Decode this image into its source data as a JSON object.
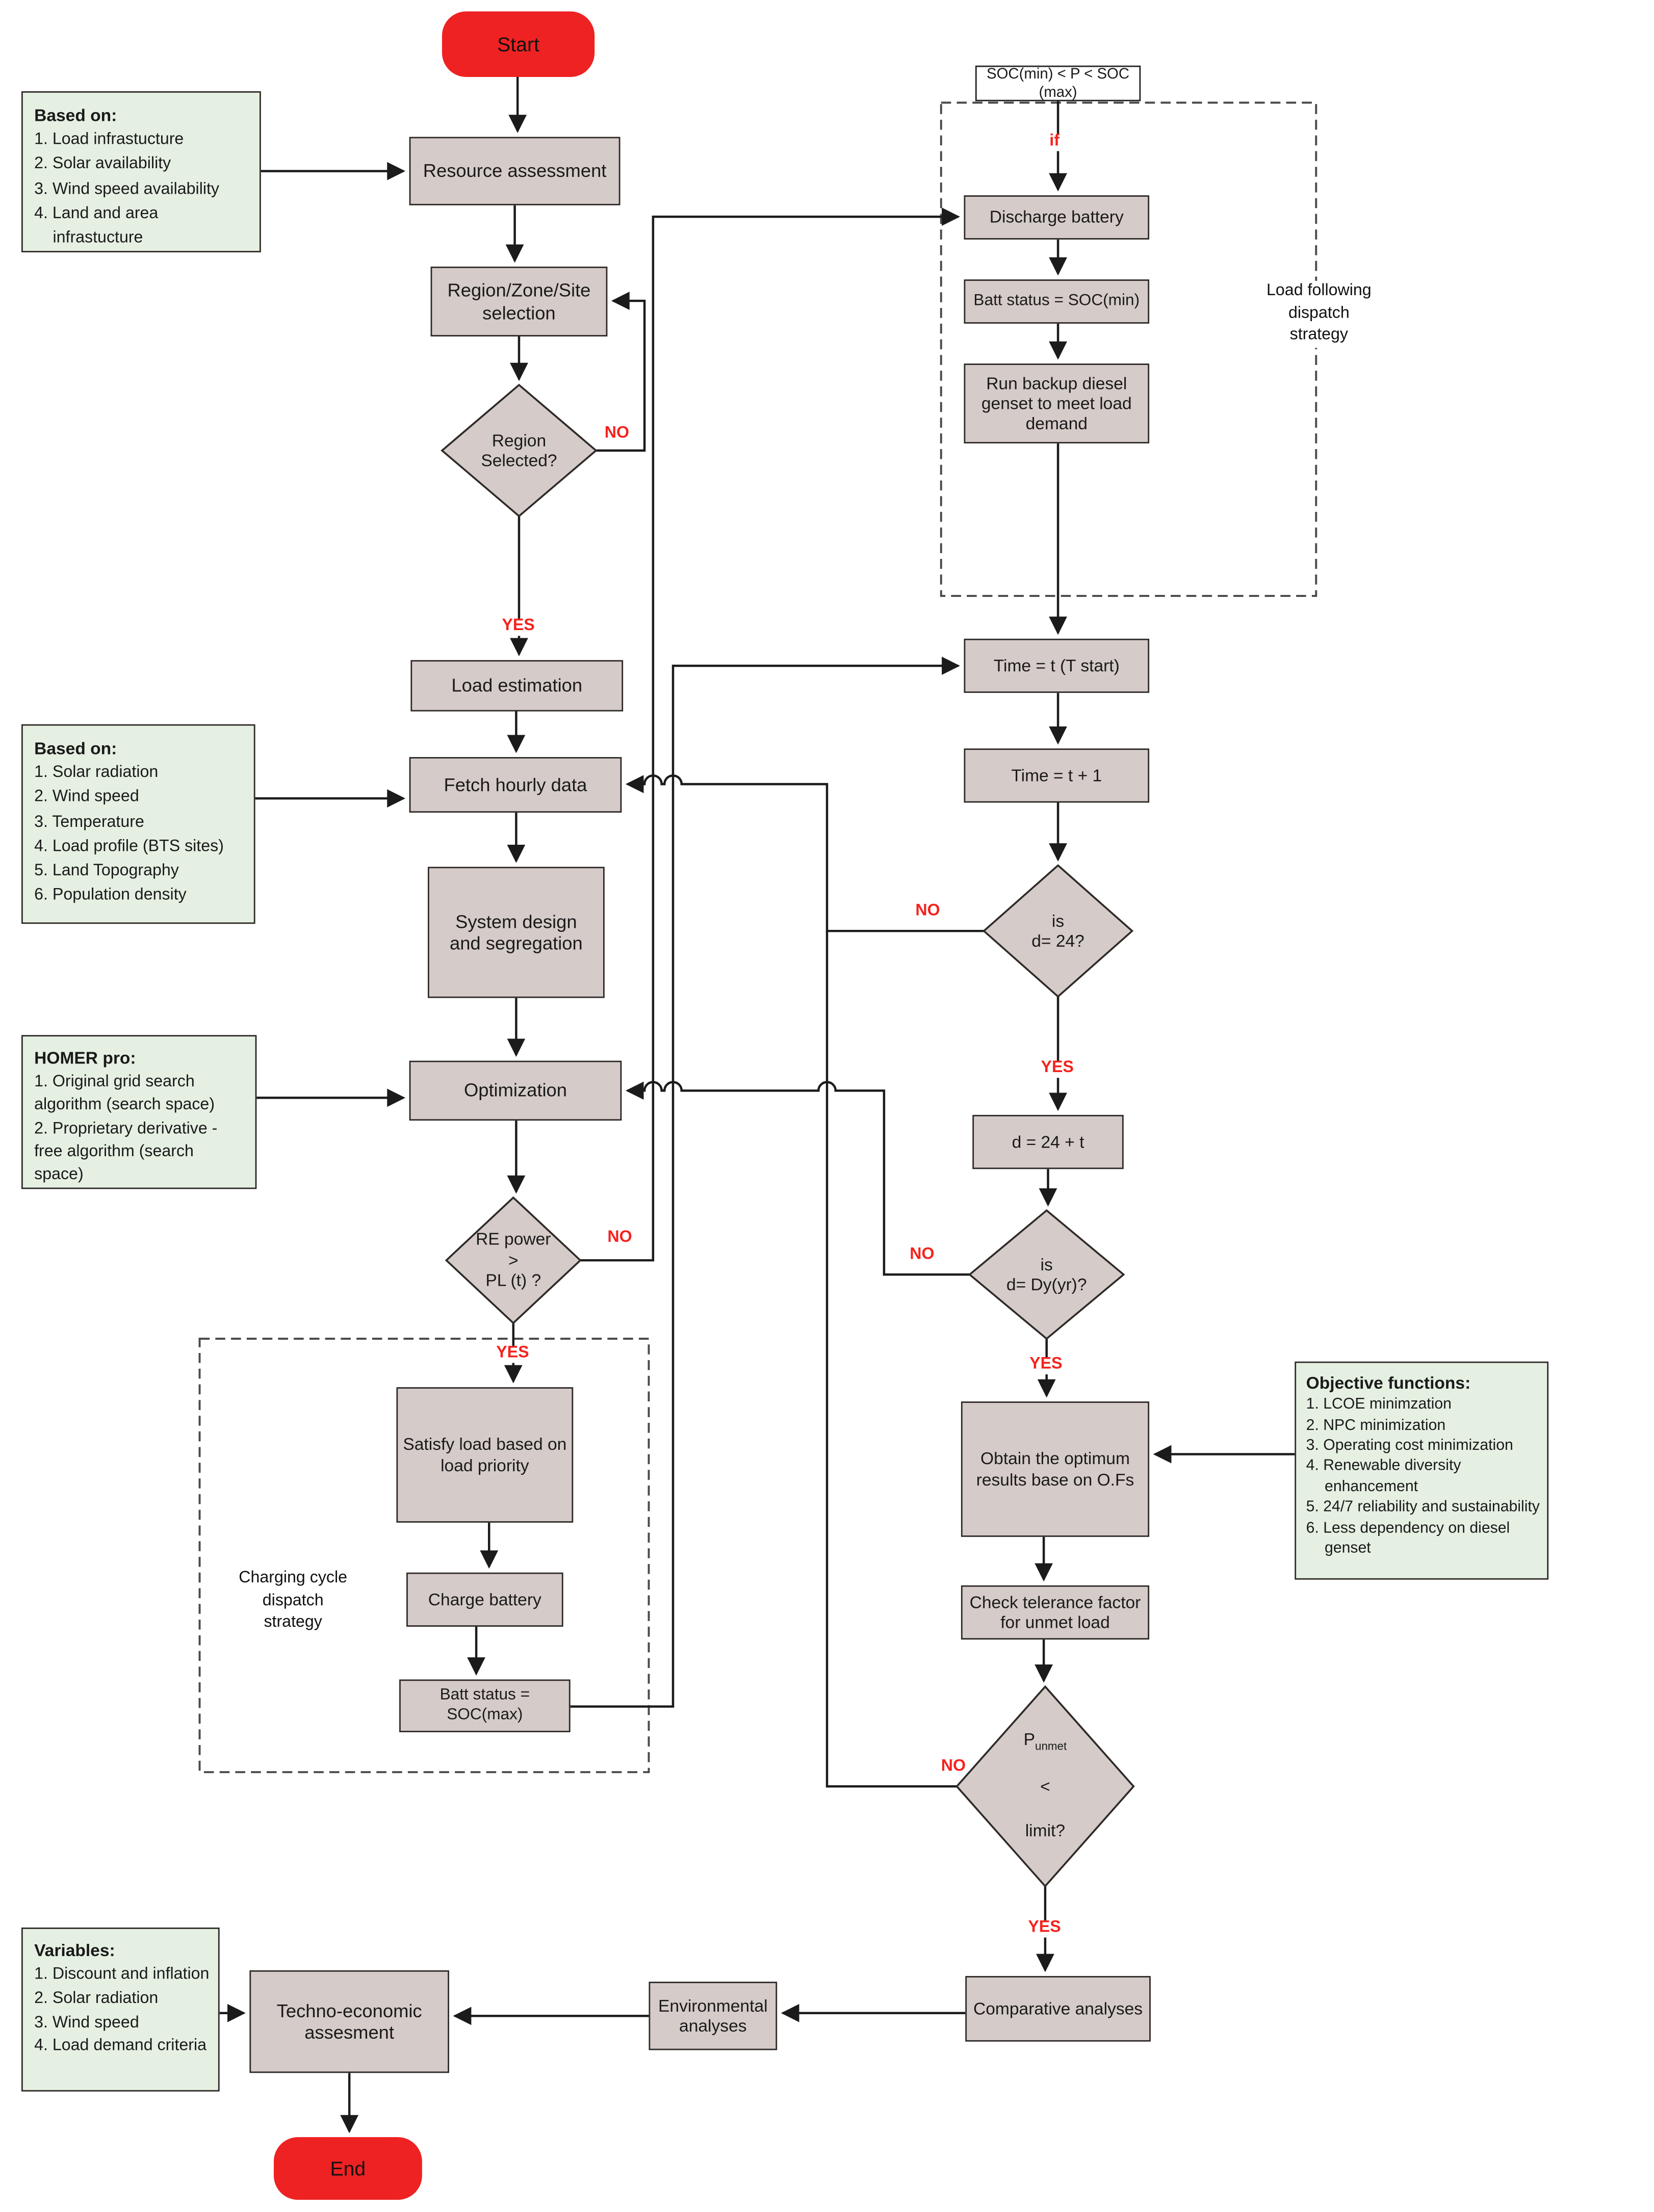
{
  "nodes": {
    "start": "Start",
    "resource_assessment": "Resource assessment",
    "region_zone_site": "Region/Zone/Site\nselection",
    "region_selected": "Region\nSelected?",
    "load_estimation": "Load estimation",
    "fetch_hourly": "Fetch hourly data",
    "system_design": "System design\nand segregation",
    "optimization": "Optimization",
    "re_power": "RE power\n>\nPL (t) ?",
    "satisfy_load": "Satisfy load based on\nload priority",
    "charge_battery": "Charge battery",
    "batt_soc_max": "Batt status = SOC(max)",
    "soc_condition": "SOC(min) < P < SOC (max)",
    "discharge_battery": "Discharge battery",
    "batt_soc_min": "Batt status = SOC(min)",
    "run_backup": "Run backup diesel\ngenset to meet load\ndemand",
    "time_t_start": "Time = t (T start)",
    "time_t_plus_1": "Time = t + 1",
    "is_d_24": "is\nd= 24?",
    "d_24_t": "d = 24 + t",
    "is_d_dy": "is\nd= Dy(yr)?",
    "obtain_optimum": "Obtain the optimum\nresults  base on O.Fs",
    "check_tolerance": "Check telerance factor\nfor unmet load",
    "p_unmet": {
      "p": "P",
      "sub": "unmet",
      "lt": "<",
      "limit": "limit?"
    },
    "comparative": "Comparative analyses",
    "environmental": "Environmental\nanalyses",
    "techno_economic": "Techno-economic\nassesment",
    "end": "End"
  },
  "labels": {
    "yes": "YES",
    "no": "NO",
    "if": "if",
    "load_following": "Load following dispatch\nstrategy",
    "charging_cycle": "Charging cycle dispatch\nstrategy"
  },
  "green_boxes": {
    "based_on_1": {
      "title": "Based on:",
      "items": [
        "1.  Load infrastucture",
        "2.  Solar availability",
        "3.  Wind speed availability",
        "4.  Land and area infrastucture"
      ]
    },
    "based_on_2": {
      "title": "Based on:",
      "items": [
        "1.  Solar radiation",
        "2.  Wind speed",
        "3.  Temperature",
        "4.  Load profile (BTS sites)",
        "5.  Land Topography",
        "6.  Population density"
      ]
    },
    "homer_pro": {
      "title": "HOMER pro:",
      "items": [
        "1. Original grid search algorithm (search space)",
        "2. Proprietary derivative - free algorithm (search space)"
      ]
    },
    "objective_functions": {
      "title": "Objective functions:",
      "items": [
        "1. LCOE minimzation",
        "2. NPC minimization",
        "3. Operating cost minimization",
        "4. Renewable diversity enhancement",
        "5. 24/7 reliability and sustainability",
        "6. Less dependency on diesel genset"
      ]
    },
    "variables": {
      "title": "Variables:",
      "items": [
        "1. Discount and inflation",
        "2. Solar radiation",
        "3. Wind speed",
        "4. Load demand criteria"
      ]
    }
  },
  "colors": {
    "node_fill": "#d5cbc8",
    "green_fill": "#e5f0e2",
    "start_end_red": "#ee2222",
    "label_red": "#f6221d",
    "line": "#1b1b1b"
  }
}
